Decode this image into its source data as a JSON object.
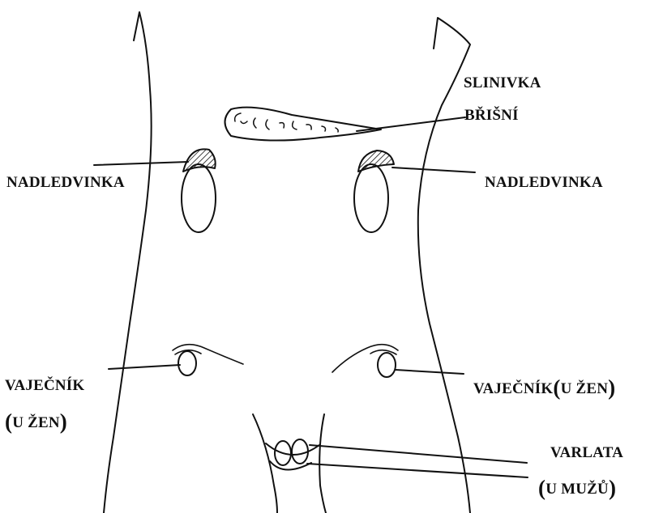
{
  "labels": {
    "pancreas_1": "SLINIVKA",
    "pancreas_2": "BŘIŠNÍ",
    "adrenal_left": "NADLEDVINKA",
    "adrenal_right": "NADLEDVINKA",
    "ovary_left_1": "VAJEČNÍK",
    "ovary_left_2_open": "(",
    "ovary_left_2_text": "U ŽEN",
    "ovary_left_2_close": ")",
    "ovary_right_text": "VAJEČNÍK",
    "ovary_right_open": "(",
    "ovary_right_inner": "U ŽEN",
    "ovary_right_close": ")",
    "testes_1": "VARLATA",
    "testes_2_open": "(",
    "testes_2_text": "U MUŽŮ",
    "testes_2_close": ")"
  },
  "colors": {
    "ink": "#111111",
    "background": "#ffffff"
  }
}
